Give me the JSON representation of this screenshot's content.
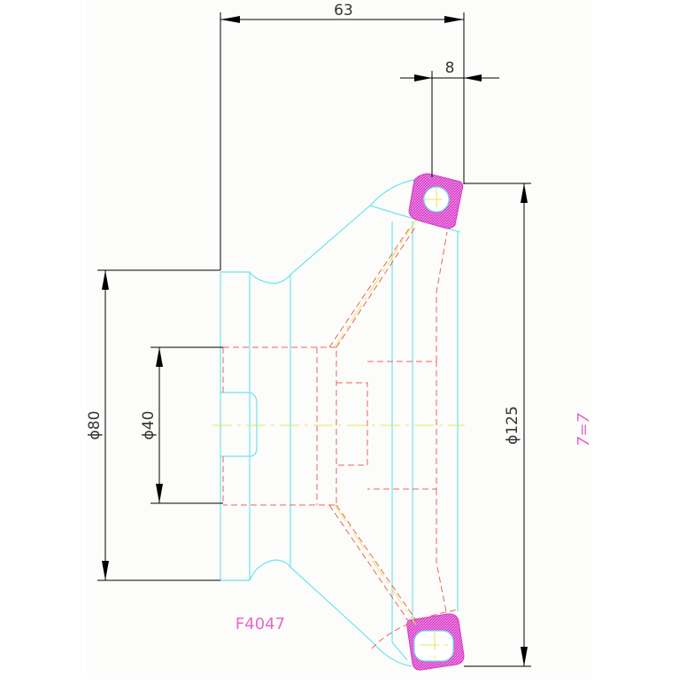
{
  "drawing": {
    "dimensions": {
      "overall_width": "63",
      "flange_thickness": "8",
      "hub_diameter": "ϕ80",
      "bore_diameter": "ϕ40",
      "outer_diameter": "ϕ125"
    },
    "part_number": "F4047",
    "scale_note": "7=7"
  },
  "colors": {
    "background": "#ffffff",
    "paper": "#fcfdfa",
    "outline": "#6fe3ee",
    "hidden_line": "#f06060",
    "center_line": "#e6e65a",
    "section_hatch": "#d63cc8",
    "dimension_line": "#000000",
    "annotation": "#e868c8"
  }
}
